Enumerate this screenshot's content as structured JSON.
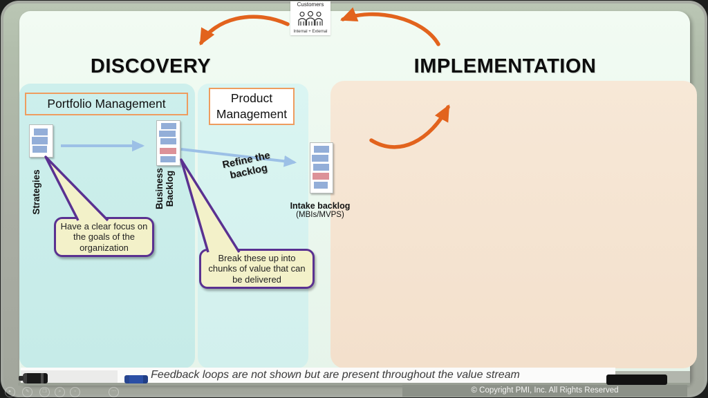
{
  "slide": {
    "discovery_title": "DISCOVERY",
    "implementation_title": "IMPLEMENTATION",
    "footer_note": "Feedback loops are not shown but are present throughout the value stream",
    "copyright": "© Copyright PMI, Inc. All Rights Reserved"
  },
  "customers": {
    "title": "Customers",
    "subtitle": "Internal + External"
  },
  "panels": {
    "portfolio_label": "Portfolio Management",
    "product_label": "Product Management"
  },
  "backlogs": {
    "strategies_label": "Strategies",
    "business_label": "Business Backlog",
    "intake_label": "Intake backlog",
    "intake_sublabel": "(MBIs/MVPS)",
    "refine_arrow_label": "Refine the backlog"
  },
  "callouts": [
    {
      "text": "Have a clear focus on the goals of the organization"
    },
    {
      "text": "Break these up into chunks of value that can be delivered"
    }
  ],
  "colors": {
    "orange_arrow": "#e2631d",
    "blue_arrow": "#9cc0e6",
    "panel_portfolio_teal": "#cdeeea",
    "panel_product_teal": "#d9f4f2",
    "panel_implementation_peach": "#f5e3d1",
    "callout_fill": "#f3f1c9",
    "callout_border": "#5a3191",
    "backlog_bar_blue": "#93aed8",
    "backlog_bar_pink": "#dc9198",
    "label_border_orange": "#ee9c5f"
  }
}
